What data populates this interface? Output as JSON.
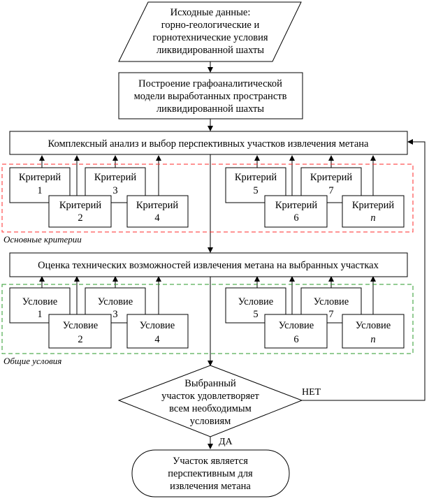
{
  "start": {
    "lines": [
      "Исходные данные:",
      "горно-геологические и",
      "горнотехнические условия",
      "ликвидированной шахты"
    ]
  },
  "model": {
    "lines": [
      "Построение графоаналитической",
      "модели выработанных пространств",
      "ликвидированной шахты"
    ]
  },
  "analysis": {
    "text": "Комплексный анализ и выбор перспективных участков извлечения метана"
  },
  "criteria": {
    "caption": "Основные критерии",
    "caption_color": "#ff0000",
    "items": [
      {
        "word": "Критерий",
        "num": "1"
      },
      {
        "word": "Критерий",
        "num": "2"
      },
      {
        "word": "Критерий",
        "num": "3"
      },
      {
        "word": "Критерий",
        "num": "4"
      },
      {
        "word": "Критерий",
        "num": "5"
      },
      {
        "word": "Критерий",
        "num": "6"
      },
      {
        "word": "Критерий",
        "num": "7"
      },
      {
        "word": "Критерий",
        "num": "n"
      }
    ]
  },
  "evaluation": {
    "text": "Оценка технических возможностей извлечения метана на выбранных участках"
  },
  "conditions": {
    "caption": "Общие условия",
    "caption_color": "#008000",
    "items": [
      {
        "word": "Условие",
        "num": "1"
      },
      {
        "word": "Условие",
        "num": "2"
      },
      {
        "word": "Условие",
        "num": "3"
      },
      {
        "word": "Условие",
        "num": "4"
      },
      {
        "word": "Условие",
        "num": "5"
      },
      {
        "word": "Условие",
        "num": "6"
      },
      {
        "word": "Условие",
        "num": "7"
      },
      {
        "word": "Условие",
        "num": "n"
      }
    ]
  },
  "decision": {
    "lines": [
      "Выбранный",
      "участок удовлетворяет",
      "всем необходимым",
      "условиям"
    ],
    "no_label": "НЕТ",
    "yes_label": "ДА"
  },
  "end": {
    "lines": [
      "Участок является",
      "перспективным для",
      "извлечения метана"
    ]
  }
}
